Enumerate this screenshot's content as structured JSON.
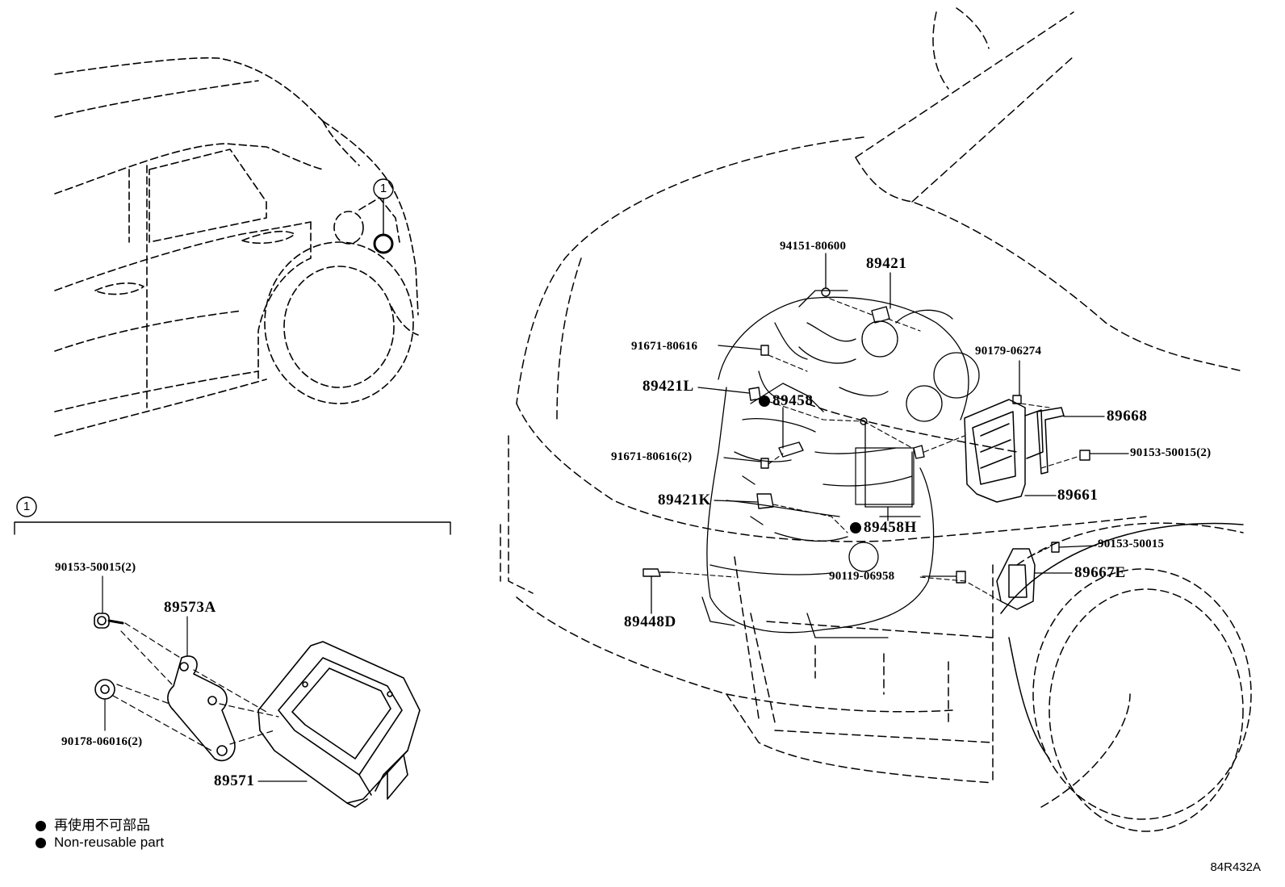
{
  "callout_ref": "1",
  "section_ref": "1",
  "labels": {
    "p94151": "94151-80600",
    "p89421": "89421",
    "p91671a": "91671-80616",
    "p89421L": "89421L",
    "p89458": "89458",
    "p90179": "90179-06274",
    "p89668": "89668",
    "p91671b": "91671-80616(2)",
    "p90153a": "90153-50015(2)",
    "p89661": "89661",
    "p89421K": "89421K",
    "p89458H": "89458H",
    "p90153b": "90153-50015",
    "p90119": "90119-06958",
    "p89667E": "89667E",
    "p89448D": "89448D",
    "p90153c": "90153-50015(2)",
    "p89573A": "89573A",
    "p90178": "90178-06016(2)",
    "p89571": "89571"
  },
  "legend": {
    "jp": "再使用不可部品",
    "en": "Non-reusable part"
  },
  "drawing_code": "84R432A"
}
